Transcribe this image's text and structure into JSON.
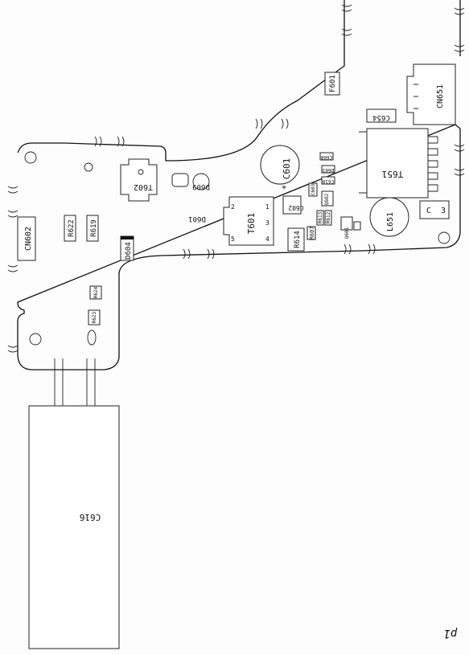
{
  "labels": {
    "CN602": "CN602",
    "R622": "R622",
    "R619": "R619",
    "D604": "D604",
    "T602": "T602",
    "D609": "D609",
    "D601": "D601",
    "T601": "T601",
    "R614": "R614",
    "C602": "C602",
    "C601": "C601",
    "R607": "R607",
    "R613": "R613",
    "R612": "R612",
    "C603": "C603",
    "D603": "D603",
    "C610": "C610",
    "C608": "C608",
    "Q602": "Q602",
    "Q601": "Q601",
    "F601": "F601",
    "C654": "C654",
    "CN651": "CN651",
    "T651": "T651",
    "L651": "L651",
    "C3": "C",
    "C3num": "3",
    "R624": "R624",
    "R623": "R623",
    "C616": "C616",
    "pin1": "1",
    "pin2": "2",
    "pin3": "3",
    "pin4": "4",
    "pin5": "5",
    "plus": "+",
    "pageNum": "p1"
  }
}
